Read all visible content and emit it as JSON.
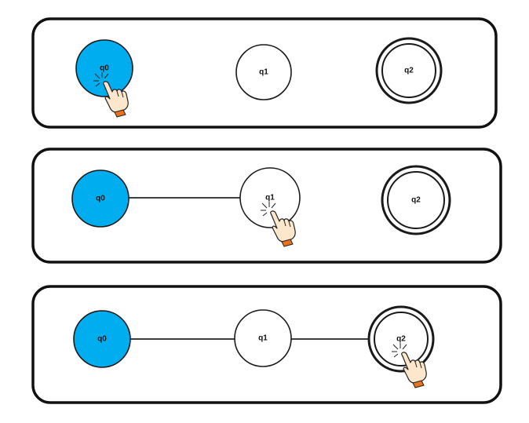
{
  "panels": [
    {
      "states": [
        {
          "id": "q0",
          "label": "q0",
          "active": true,
          "accepting": false
        },
        {
          "id": "q1",
          "label": "q1",
          "active": false,
          "accepting": false
        },
        {
          "id": "q2",
          "label": "q2",
          "active": false,
          "accepting": true
        }
      ],
      "transitions": [],
      "cursor_on": "q0"
    },
    {
      "states": [
        {
          "id": "q0",
          "label": "q0",
          "active": true,
          "accepting": false
        },
        {
          "id": "q1",
          "label": "q1",
          "active": false,
          "accepting": false
        },
        {
          "id": "q2",
          "label": "q2",
          "active": false,
          "accepting": true
        }
      ],
      "transitions": [
        {
          "from": "q0",
          "to": "q1"
        }
      ],
      "cursor_on": "q1"
    },
    {
      "states": [
        {
          "id": "q0",
          "label": "q0",
          "active": true,
          "accepting": false
        },
        {
          "id": "q1",
          "label": "q1",
          "active": false,
          "accepting": false
        },
        {
          "id": "q2",
          "label": "q2",
          "active": false,
          "accepting": true
        }
      ],
      "transitions": [
        {
          "from": "q0",
          "to": "q1"
        },
        {
          "from": "q1",
          "to": "q2"
        }
      ],
      "cursor_on": "q2"
    }
  ],
  "colors": {
    "active_state": "#00aeef",
    "cuff": "#e8731a"
  },
  "icons": {
    "cursor": "pointing-hand-icon"
  }
}
